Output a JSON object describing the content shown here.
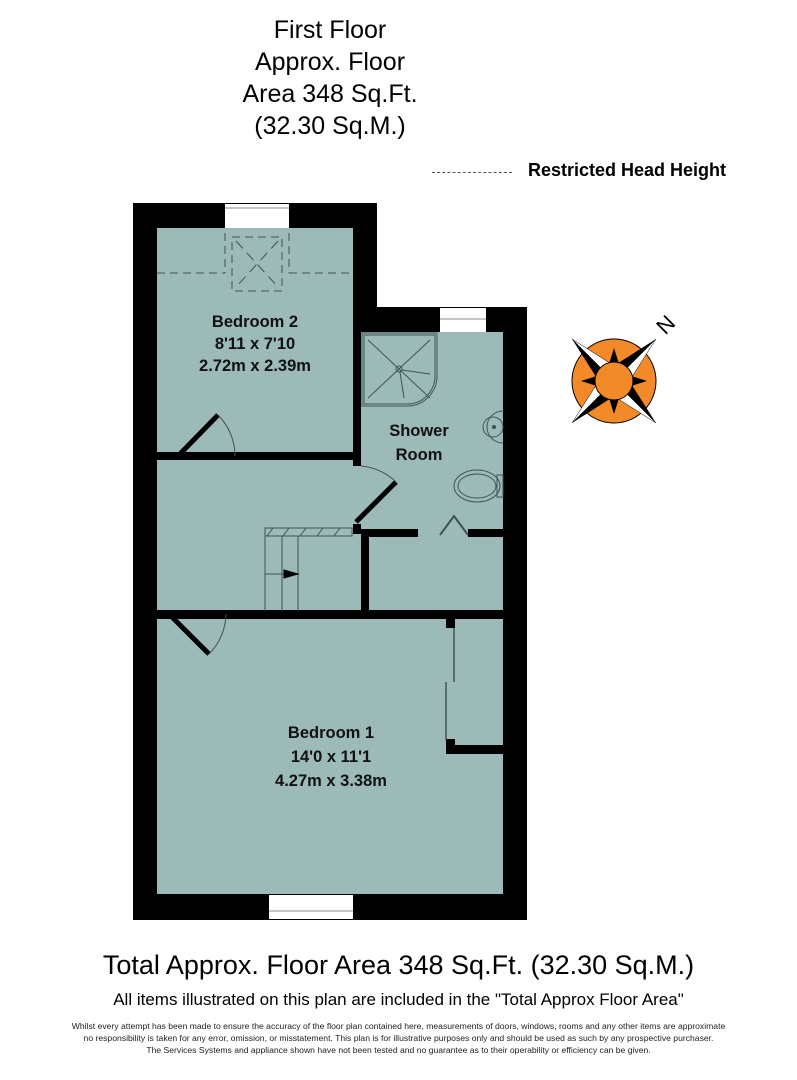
{
  "header": {
    "title_lines": [
      "First Floor",
      "Approx. Floor",
      "Area 348 Sq.Ft.",
      "(32.30 Sq.M.)"
    ]
  },
  "legend": {
    "line_style": "dashed",
    "label": "Restricted Head Height"
  },
  "compass": {
    "label": "N",
    "fill_color": "#f28a2a",
    "icon": "compass-rose-icon"
  },
  "colors": {
    "floor": "#9bbab8",
    "wall": "#000000",
    "window": "#ffffff",
    "fixture_line": "#3d5453"
  },
  "rooms": [
    {
      "name": "Bedroom 2",
      "imperial": "8'11 x 7'10",
      "metric": "2.72m x 2.39m"
    },
    {
      "name": "Shower Room",
      "name_lines": [
        "Shower",
        "Room"
      ]
    },
    {
      "name": "Bedroom 1",
      "imperial": "14'0 x 11'1",
      "metric": "4.27m x 3.38m"
    }
  ],
  "footer": {
    "total": "Total Approx. Floor Area 348 Sq.Ft. (32.30 Sq.M.)",
    "items_note": "All items illustrated on this plan are included in the \"Total Approx Floor Area\"",
    "disclaimer_lines": [
      "Whilst every attempt has been made to ensure the accuracy of the floor plan contained here, measurements of doors, windows, rooms and any other items are approximate",
      "no responsibility is taken for any error, omission, or misstatement. This plan is for illustrative purposes only and should be used as such by any prospective purchaser.",
      "The Services Systems and appliance shown have not been tested and no guarantee as to their operability or efficiency can be given."
    ]
  }
}
